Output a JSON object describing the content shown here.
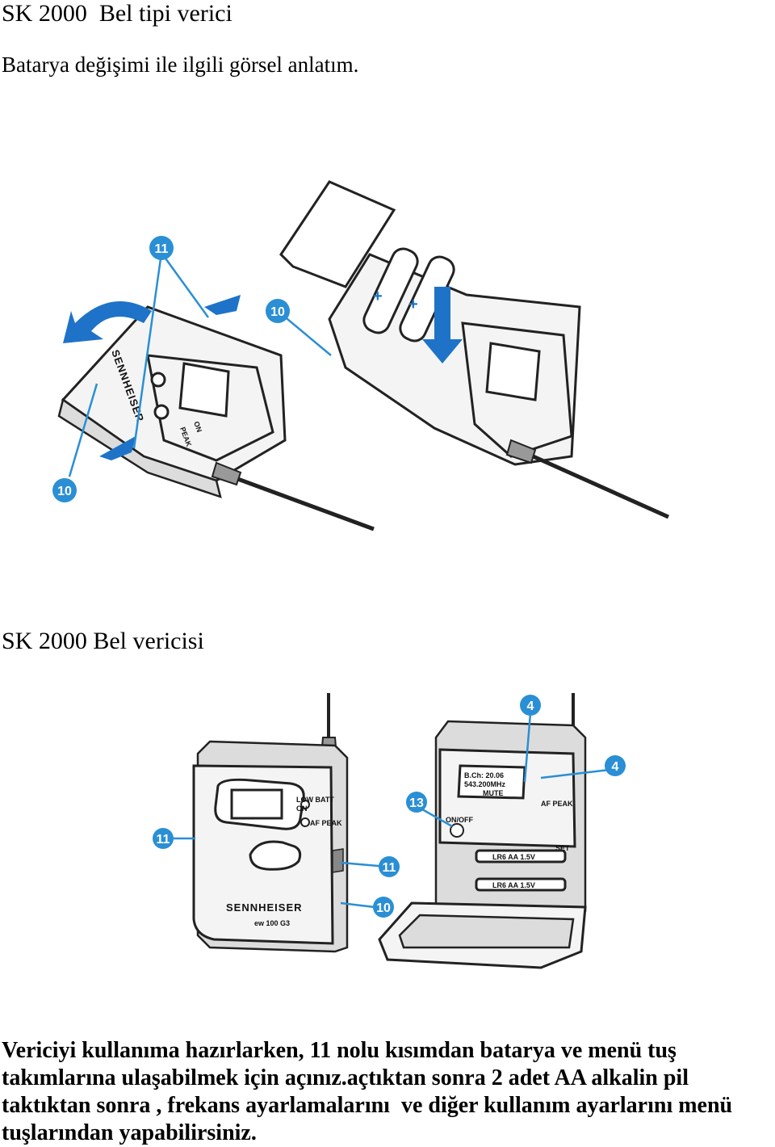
{
  "page": {
    "title": "SK 2000  Bel tipi verici",
    "subtitle": "Batarya değişimi ile ilgili görsel anlatım.",
    "section_heading": "SK 2000 Bel vericisi",
    "paragraph_lines": [
      "Vericiyi kullanıma hazırlarken, 11 nolu kısımdan batarya ve menü tuş",
      "takımlarına ulaşabilmek için açınız.açtıktan sonra 2 adet AA alkalin pil",
      "taktıktan sonra , frekans ayarlamalarını  ve diğer kullanım ayarlarını menü",
      "tuşlarından yapabilirsiniz."
    ]
  },
  "figure1": {
    "callouts": {
      "c11": "11",
      "c10a": "10",
      "c10b": "10"
    },
    "battery_labels": {
      "plus1": "+",
      "plus2": "+"
    },
    "device_labels": {
      "brand": "SENNHEISER",
      "peak": "PEAK",
      "on": "ON"
    }
  },
  "figure2": {
    "callouts": {
      "c11a": "11",
      "c11b": "11",
      "c10": "10",
      "c13": "13",
      "c4a": "4",
      "c4b": "4"
    },
    "device_labels": {
      "low_batt": "LOW BATT",
      "on": "ON",
      "af_peak": "AF PEAK",
      "brand": "SENNHEISER",
      "model": "ew 100 G3",
      "on_off": "ON/OFF",
      "set": "SET",
      "af_peak2": "AF PEAK",
      "battery1": "LR6  AA  1.5V",
      "battery2": "LR6  AA  1.5V",
      "lcd_line1": "B.Ch: 20.06",
      "lcd_line2": "543.200MHz",
      "lcd_mute": "MUTE"
    }
  }
}
